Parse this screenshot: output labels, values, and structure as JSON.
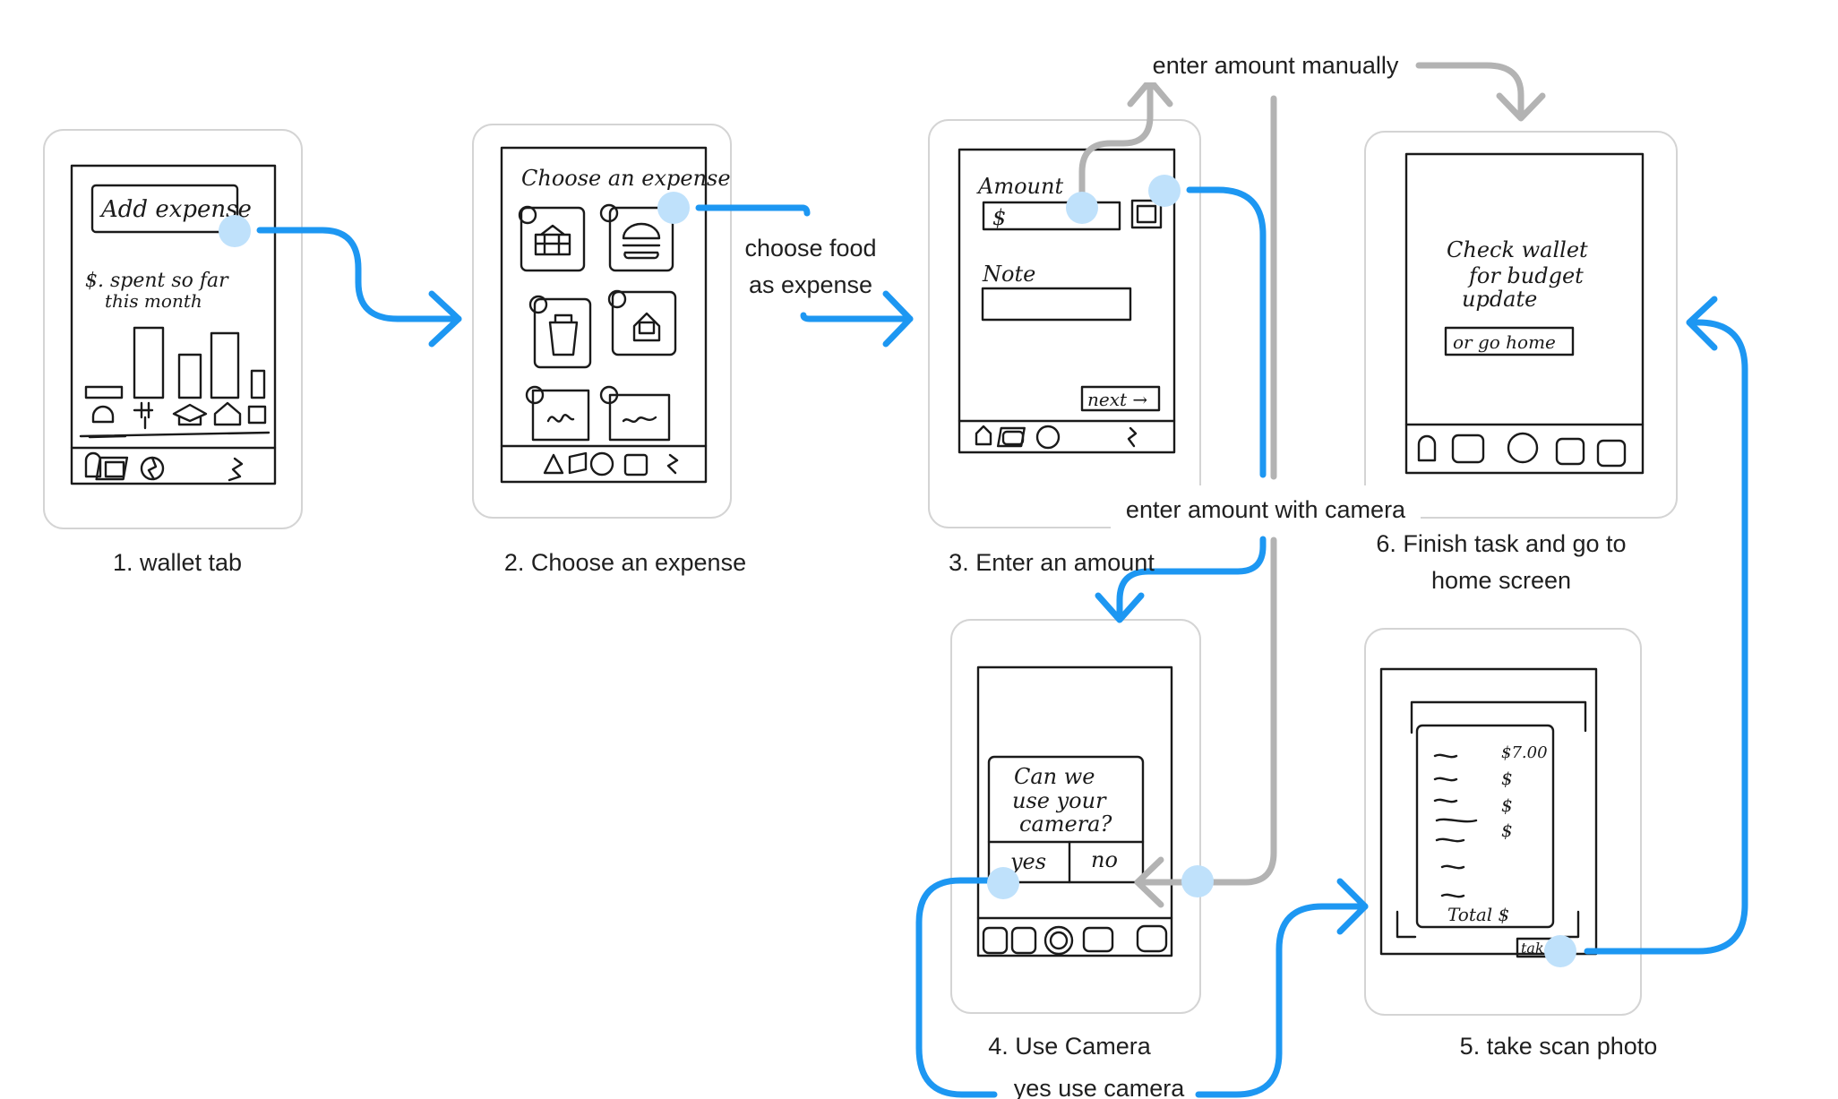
{
  "screens": [
    {
      "id": "s1",
      "label": "1. wallet tab",
      "sketch_text": [
        "Add expense",
        "$. spent so far",
        "this month"
      ]
    },
    {
      "id": "s2",
      "label": "2. Choose an expense",
      "sketch_text": [
        "Choose an expense"
      ]
    },
    {
      "id": "s3",
      "label": "3. Enter an amount",
      "sketch_text": [
        "Amount",
        "$",
        "Note",
        "next →"
      ]
    },
    {
      "id": "s4",
      "label": "4. Use Camera",
      "sketch_text": [
        "Can we",
        "use your",
        "camera?",
        "yes",
        "no"
      ]
    },
    {
      "id": "s5",
      "label": "5. take scan photo",
      "sketch_text": [
        "$7.00",
        "$",
        "$",
        "$",
        "Total $",
        "take"
      ]
    },
    {
      "id": "s6",
      "label_line1": "6. Finish task and go to",
      "label_line2": "home screen",
      "sketch_text": [
        "Check wallet",
        "for budget",
        "update",
        "or go home"
      ]
    }
  ],
  "edges": {
    "choose_food_line1": "choose food",
    "choose_food_line2": "as expense",
    "manual": "enter amount manually",
    "camera": "enter amount with camera",
    "yes_camera": "yes use camera"
  },
  "colors": {
    "primary_flow": "#1d97f2",
    "alternate_flow": "#b3b3b3",
    "hotspot": "#bfe1fb",
    "card_border": "#d4d4d4"
  }
}
